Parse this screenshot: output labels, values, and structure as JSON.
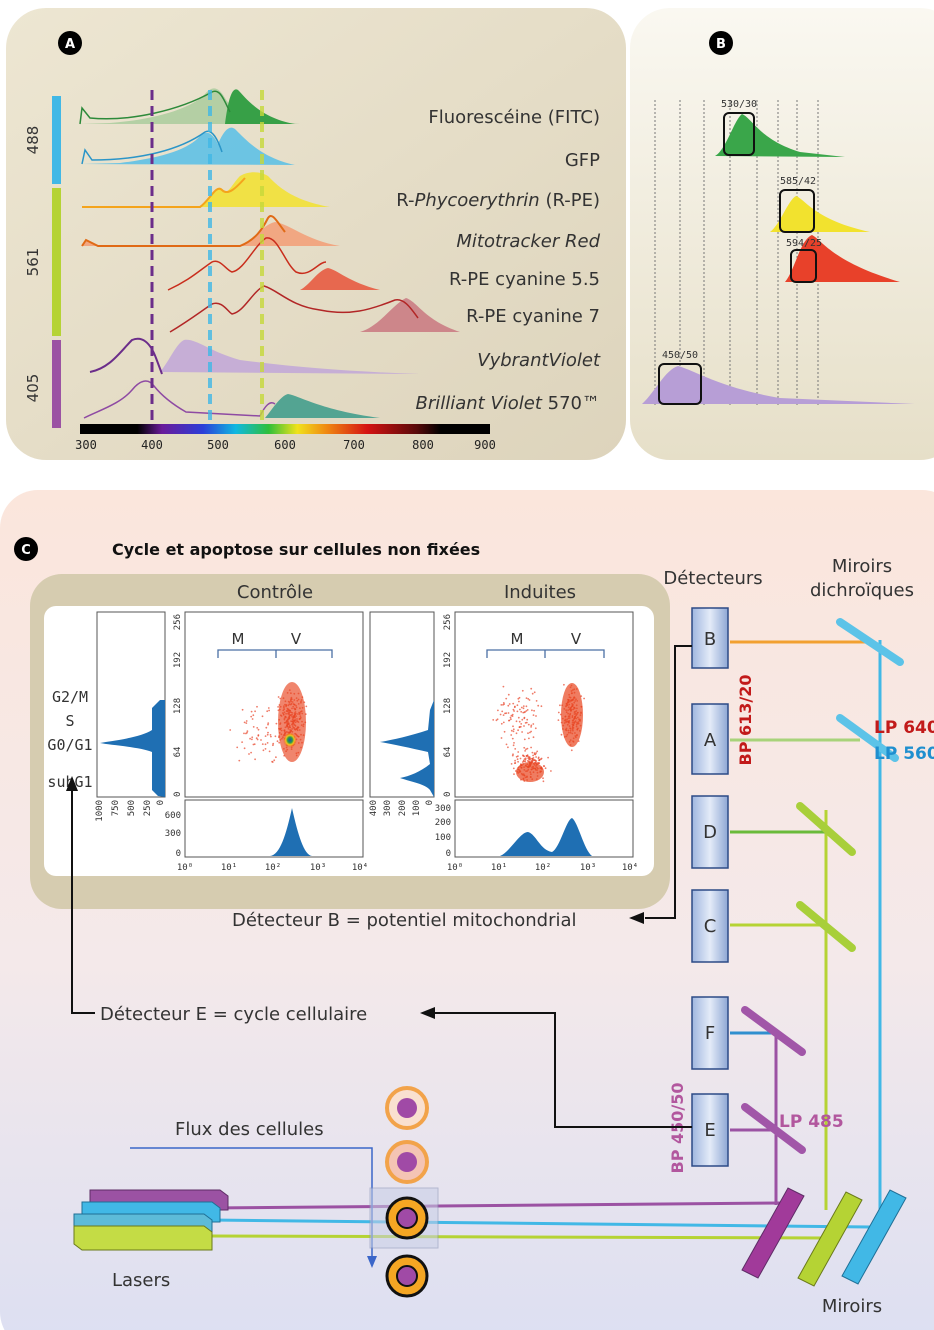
{
  "panel_a": {
    "badge": "A",
    "laser_labels": [
      "488",
      "561",
      "405"
    ],
    "dyes": [
      {
        "pre": "",
        "italic": "",
        "post": "Fluorescéine (FITC)"
      },
      {
        "pre": "",
        "italic": "",
        "post": "GFP"
      },
      {
        "pre": "R-",
        "italic": "Phycoerythrin",
        "post": " (R-PE)"
      },
      {
        "pre": "",
        "italic": "Mitotracker Red",
        "post": ""
      },
      {
        "pre": "",
        "italic": "",
        "post": "R-PE cyanine 5.5"
      },
      {
        "pre": "",
        "italic": "",
        "post": "R-PE cyanine 7"
      },
      {
        "pre": "",
        "italic": "VybrantViolet",
        "post": ""
      },
      {
        "pre": "",
        "italic": "Brilliant Violet",
        "post": " 570™"
      }
    ],
    "wavelength_ticks": [
      "300",
      "400",
      "500",
      "600",
      "700",
      "800",
      "900"
    ]
  },
  "panel_b": {
    "badge": "B",
    "filters": [
      "530/30",
      "585/42",
      "594/25",
      "450/50"
    ]
  },
  "panel_c": {
    "badge": "C",
    "title": "Cycle et apoptose sur cellules non fixées",
    "col_controle": "Contrôle",
    "col_induites": "Induites",
    "phase_labels": [
      "G2/M",
      "S",
      "G0/G1",
      "subG1"
    ],
    "gate_m": "M",
    "gate_v": "V",
    "y_ticks": [
      "256",
      "192",
      "128",
      "64",
      "0"
    ],
    "hist_ticks_left": [
      "1000",
      "750",
      "500",
      "250",
      "0"
    ],
    "hist_ticks_left2": [
      "400",
      "300",
      "200",
      "100",
      "0"
    ],
    "hist_ticks_bottom_ctrl": [
      "600",
      "300",
      "0"
    ],
    "hist_ticks_bottom_ind": [
      "300",
      "200",
      "100",
      "0"
    ],
    "log_ticks": [
      "10⁰",
      "10¹",
      "10²",
      "10³",
      "10⁴"
    ],
    "detecteurs_title": "Détecteurs",
    "miroirs_dichroiques": [
      "Miroirs",
      "dichroïques"
    ],
    "detectors": [
      "B",
      "A",
      "D",
      "C",
      "F",
      "E"
    ],
    "filter_labels": {
      "bp613": "BP 613/20",
      "lp640": "LP 640",
      "lp560": "LP 560",
      "lp485": "LP 485",
      "bp450": "BP 450/50"
    },
    "note_b": "Détecteur B = potentiel mitochondrial",
    "note_e": "Détecteur E = cycle cellulaire",
    "flux_label": "Flux des cellules",
    "lasers_label": "Lasers",
    "miroirs_label": "Miroirs"
  },
  "colors": {
    "laser_488": "#41b8e6",
    "laser_561": "#b5d334",
    "laser_405": "#9b52a3",
    "lp640_red": "#c21a1a",
    "lp560_blue": "#1f8fcf",
    "lp485_violet": "#b2579e"
  }
}
